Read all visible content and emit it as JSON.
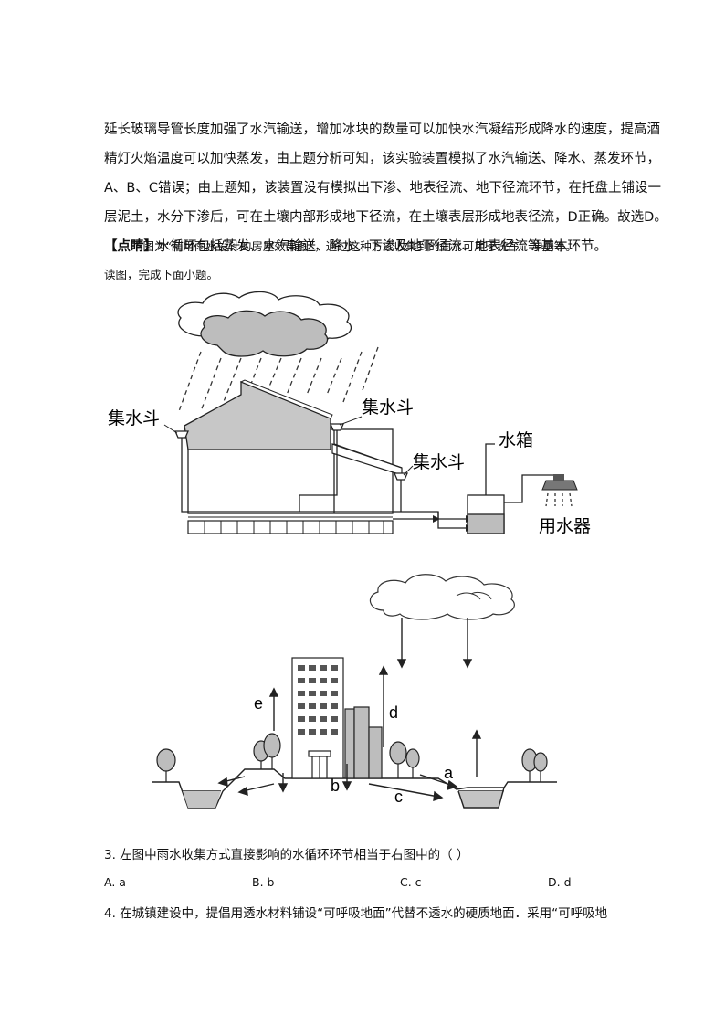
{
  "analysis": {
    "lines": [
      "延长玻璃导管长度加强了水汽输送，增加冰块的数量可以加快水汽凝结形成降水的速度，提高酒",
      "精灯火焰温度可以加快蒸发，由上题分析可知，该实验装置模拟了水汽输送、降水、蒸发环节，",
      "A、B、C错误；由上题知，该装置没有模拟出下渗、地表径流、地下径流环节，在托盘上铺设一",
      "层泥土，水分下渗后，可在土壤内部形成地下径流，在土壤表层形成地表径流，D正确。故选D。"
    ],
    "comment_tag": "【点睛】",
    "comment_text": "水循环包括蒸发、水汽输送、降水、下渗及地下径流、地表径流等基本环节。"
  },
  "intro": {
    "line1": "下图为“利用雨水设计的房屋效果图”，通过这种方式收集到的雨水可用于洗车、冲厕等。",
    "line2": "读图，完成下面小题。"
  },
  "figure1": {
    "label_hopper_left": "集水斗",
    "label_hopper_mid": "集水斗",
    "label_hopper_right": "集水斗",
    "label_tank": "水箱",
    "label_user": "用水器"
  },
  "figure2": {
    "labels": {
      "a": "a",
      "b": "b",
      "c": "c",
      "d": "d",
      "e": "e"
    }
  },
  "questions": {
    "q3": "3.  左图中雨水收集方式直接影响的水循环环节相当于右图中的（      ）",
    "q3_options": {
      "A": "A. a",
      "B": "B. b",
      "C": "C. c",
      "D": "D. d"
    },
    "q4": "4.  在城镇建设中，提倡用透水材料铺设“可呼吸地面”代替不透水的硬质地面．采用“可呼吸地"
  }
}
